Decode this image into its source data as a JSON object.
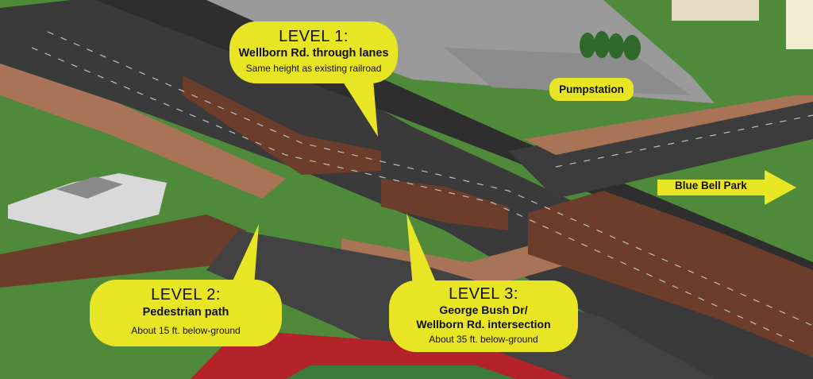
{
  "callouts": {
    "level1": {
      "title": "LEVEL 1:",
      "subtitle": "Wellborn Rd. through lanes",
      "note": "Same height as existing railroad"
    },
    "level2": {
      "title": "LEVEL 2:",
      "subtitle": "Pedestrian path",
      "note": "About 15 ft. below-ground"
    },
    "level3": {
      "title": "LEVEL 3:",
      "subtitle_line1": "George Bush Dr/",
      "subtitle_line2": "Wellborn Rd. intersection",
      "note": "About 35 ft. below-ground"
    }
  },
  "labels": {
    "pumpstation": "Pumpstation",
    "park_arrow": "Blue Bell Park"
  },
  "colors": {
    "callout_yellow": "#e8e524",
    "road_dark": "#3d3d3d",
    "grass_green": "#4e8a3a",
    "brick_wall": "#6b3d2a",
    "ramp_brown": "#a87356"
  }
}
